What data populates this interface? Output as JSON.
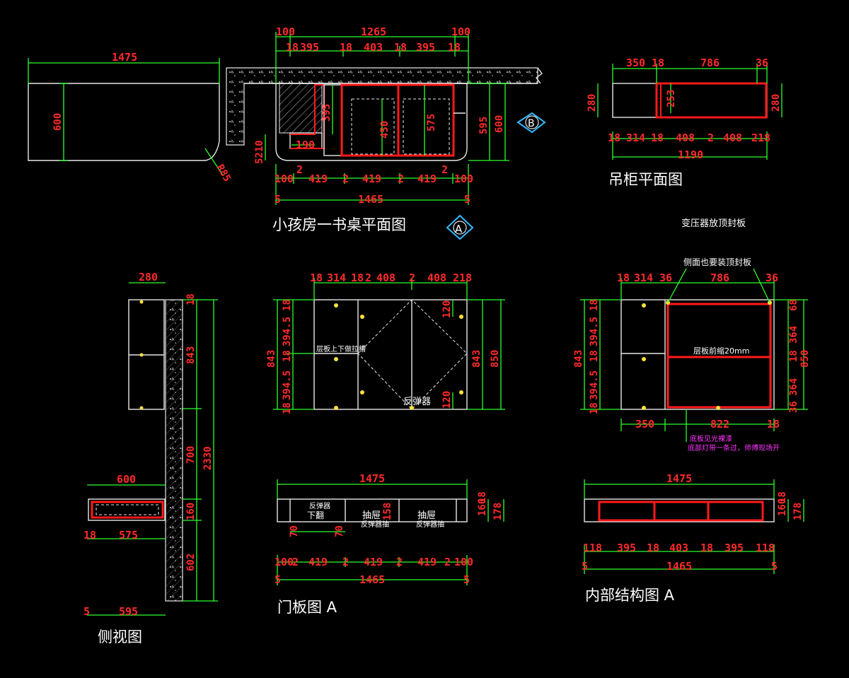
{
  "titles": {
    "desk_plan": "小孩房一书桌平面图",
    "desk_plan_marker": "A",
    "section_marker": "B",
    "wall_cabinet_plan": "吊柜平面图",
    "transformer_note": "变压器放顶封板",
    "side_view": "侧视图",
    "door_panel": "门板图 A",
    "internal_structure": "内部结构图 A"
  },
  "notes": {
    "side_top_panel": "侧面也要装顶封板",
    "shelf_setback": "层板前缩20mm",
    "shelf_slot": "层板上下做拉槽",
    "reflector": "反弹器",
    "drawer": "抽屉",
    "drawer_2": "抽屉",
    "lower_flip": "下翻",
    "reflector_small": "反弹器",
    "drawer_sub": "反弹器抽",
    "drawer_sub_2": "反弹器抽",
    "light_note_1": "底板见光裸漆",
    "light_note_2": "底部灯带一条过，师傅现场开"
  },
  "dimensions": {
    "top_left_width": "1475",
    "top_left_height": "600",
    "top_left_radius": "R85",
    "desk_top_total": "1265",
    "desk_top_side_l": "100",
    "desk_top_side_r": "100",
    "desk_top_sub": [
      "18",
      "395",
      "18",
      "403",
      "18",
      "395",
      "18"
    ],
    "desk_v_395": "395",
    "desk_v_450": "450",
    "desk_v_575": "575",
    "desk_v_595": "595",
    "desk_v_600": "600",
    "desk_v_5210": "5210",
    "desk_190": "190",
    "desk_bottom_sub": [
      "100",
      "2",
      "419",
      "2",
      "419",
      "2",
      "419",
      "2",
      "100"
    ],
    "desk_bottom_total": "1465",
    "desk_bottom_ends": [
      "5",
      "5"
    ],
    "wall_top": [
      "350",
      "18",
      "786",
      "36"
    ],
    "wall_v_280": "280",
    "wall_v_253": "253",
    "wall_v_280b": "280",
    "wall_bottom": [
      "18",
      "314",
      "18",
      "408",
      "2",
      "408",
      "218"
    ],
    "wall_total": "1190",
    "side_280": "280",
    "side_600": "600",
    "side_575": "575",
    "side_18": "18",
    "side_595": "595",
    "side_5": "5",
    "side_v": [
      "843",
      "700",
      "160",
      "602"
    ],
    "side_total": "2330",
    "side_v_small": "18",
    "door_top": [
      "18",
      "314",
      "18",
      "2",
      "408",
      "2",
      "408",
      "218"
    ],
    "door_v_left": [
      "18",
      "394.5",
      "18",
      "394.5",
      "18"
    ],
    "door_v_843": "843",
    "door_v_850": "850",
    "door_v_120a": "120",
    "door_v_120b": "120",
    "door_drawer_width": "1475",
    "door_drawer_v": [
      "160",
      "18",
      "178",
      "158"
    ],
    "door_drawer_small": [
      "70",
      "70"
    ],
    "door_bottom": [
      "100",
      "2",
      "419",
      "2",
      "419",
      "2",
      "419",
      "2",
      "100"
    ],
    "door_total": "1465",
    "door_ends": [
      "5",
      "5"
    ],
    "int_top": [
      "18",
      "314",
      "36",
      "786",
      "36"
    ],
    "int_v_left": [
      "18",
      "394.5",
      "18",
      "394.5",
      "18"
    ],
    "int_v_843": "843",
    "int_v_right": [
      "68",
      "364",
      "18",
      "364",
      "36"
    ],
    "int_v_850": "850",
    "int_bottom": [
      "350",
      "822",
      "18"
    ],
    "int_drawer_width": "1475",
    "int_drawer_v": [
      "160",
      "18",
      "178"
    ],
    "int_drawer_bottom": [
      "118",
      "395",
      "18",
      "403",
      "18",
      "395",
      "118"
    ],
    "int_total": "1465",
    "int_ends": [
      "5",
      "5"
    ]
  }
}
